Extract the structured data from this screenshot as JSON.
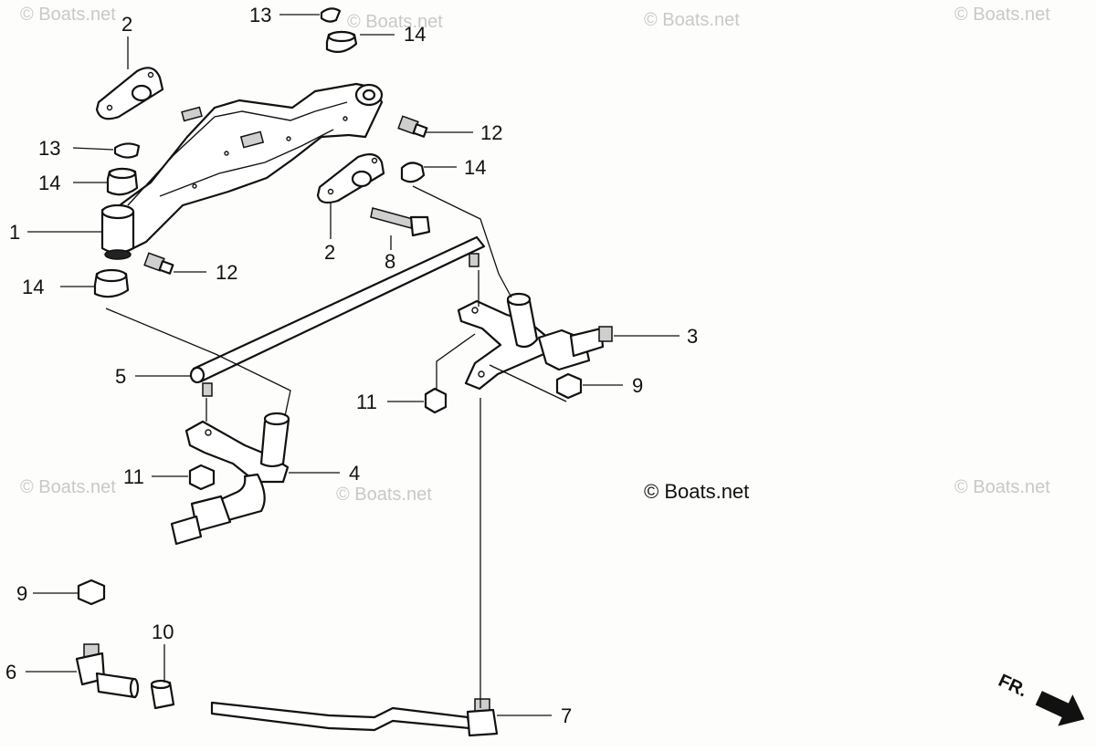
{
  "watermarks": {
    "text": "© Boats.net",
    "main": "© Boats.net"
  },
  "callouts": {
    "c1": "1",
    "c2a": "2",
    "c2b": "2",
    "c3": "3",
    "c4": "4",
    "c5": "5",
    "c6": "6",
    "c7": "7",
    "c8": "8",
    "c9a": "9",
    "c9b": "9",
    "c10": "10",
    "c11a": "11",
    "c11b": "11",
    "c12a": "12",
    "c12b": "12",
    "c13a": "13",
    "c13b": "13",
    "c14a": "14",
    "c14b": "14",
    "c14c": "14",
    "c14d": "14"
  },
  "direction": {
    "label": "FR."
  }
}
